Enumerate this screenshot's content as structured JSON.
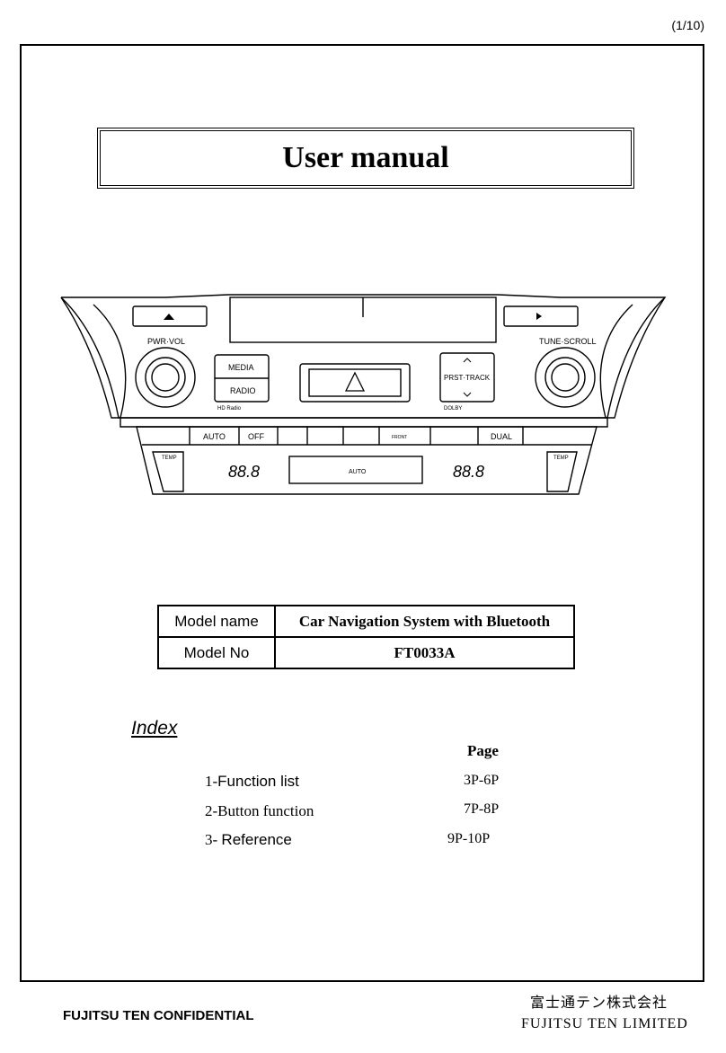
{
  "page_number": "(1/10)",
  "title": "User manual",
  "device": {
    "left_knob_label": "PWR·VOL",
    "right_knob_label": "TUNE·SCROLL",
    "media_button": "MEDIA",
    "radio_button": "RADIO",
    "track_button": "PRST·TRACK",
    "auto_button": "AUTO",
    "off_button": "OFF",
    "dual_button": "DUAL",
    "front_label": "FRONT",
    "center_auto": "AUTO",
    "temp_label": "TEMP",
    "display_left": "88.8",
    "display_right": "88.8",
    "hd_radio_label": "HD Radio",
    "dolby_label": "DOLBY"
  },
  "model_table": [
    {
      "label": "Model name",
      "value": "Car Navigation System with Bluetooth"
    },
    {
      "label": "Model No",
      "value": "FT0033A"
    }
  ],
  "index": {
    "title": "Index",
    "page_header": "Page",
    "items": [
      {
        "num": "1-",
        "label": "Function list",
        "pages": "3P-6P"
      },
      {
        "num": "",
        "label": "2-Button function",
        "pages": "7P-8P"
      },
      {
        "num": "3- ",
        "label": "Reference",
        "pages": "9P-10P"
      }
    ]
  },
  "footer": {
    "confidential": "FUJITSU TEN CONFIDENTIAL",
    "company_jp": "富士通テン株式会社",
    "company_en": "FUJITSU TEN LIMITED"
  }
}
